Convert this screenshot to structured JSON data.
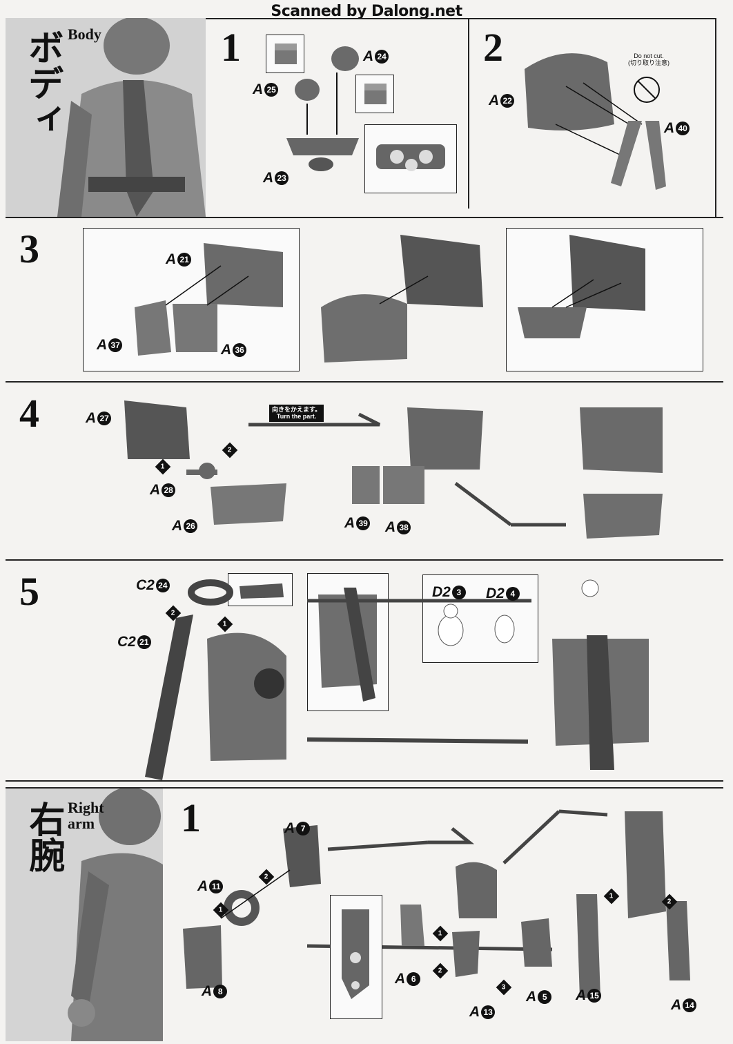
{
  "watermark": "Scanned by Dalong.net",
  "sections": {
    "body": {
      "title_jp": "ボディ",
      "title_en": "Body"
    },
    "right_arm": {
      "title_jp": "右腕",
      "title_en": "Right arm"
    }
  },
  "steps": {
    "body_1": "1",
    "body_2": "2",
    "body_3": "3",
    "body_4": "4",
    "body_5": "5",
    "arm_1": "1"
  },
  "notes": {
    "do_not_cut_en": "Do not cut.",
    "do_not_cut_jp": "(切り取り注意)",
    "turn_jp": "向きをかえます。",
    "turn_en": "Turn the part."
  },
  "parts": {
    "a24": {
      "p": "A",
      "n": "24"
    },
    "a25": {
      "p": "A",
      "n": "25"
    },
    "a23": {
      "p": "A",
      "n": "23"
    },
    "a22": {
      "p": "A",
      "n": "22"
    },
    "a40": {
      "p": "A",
      "n": "40"
    },
    "a21": {
      "p": "A",
      "n": "21"
    },
    "a37": {
      "p": "A",
      "n": "37"
    },
    "a36": {
      "p": "A",
      "n": "36"
    },
    "a27": {
      "p": "A",
      "n": "27"
    },
    "a28": {
      "p": "A",
      "n": "28"
    },
    "a26": {
      "p": "A",
      "n": "26"
    },
    "a39": {
      "p": "A",
      "n": "39"
    },
    "a38": {
      "p": "A",
      "n": "38"
    },
    "c224": {
      "p": "C2",
      "n": "24"
    },
    "c221": {
      "p": "C2",
      "n": "21"
    },
    "d23": {
      "p": "D2",
      "n": "3"
    },
    "d24": {
      "p": "D2",
      "n": "4"
    },
    "a7": {
      "p": "A",
      "n": "7"
    },
    "a11": {
      "p": "A",
      "n": "11"
    },
    "a8": {
      "p": "A",
      "n": "8"
    },
    "a6": {
      "p": "A",
      "n": "6"
    },
    "a13": {
      "p": "A",
      "n": "13"
    },
    "a5": {
      "p": "A",
      "n": "5"
    },
    "a15": {
      "p": "A",
      "n": "15"
    },
    "a14": {
      "p": "A",
      "n": "14"
    }
  },
  "order": {
    "one": "1",
    "two": "2",
    "three": "3"
  }
}
